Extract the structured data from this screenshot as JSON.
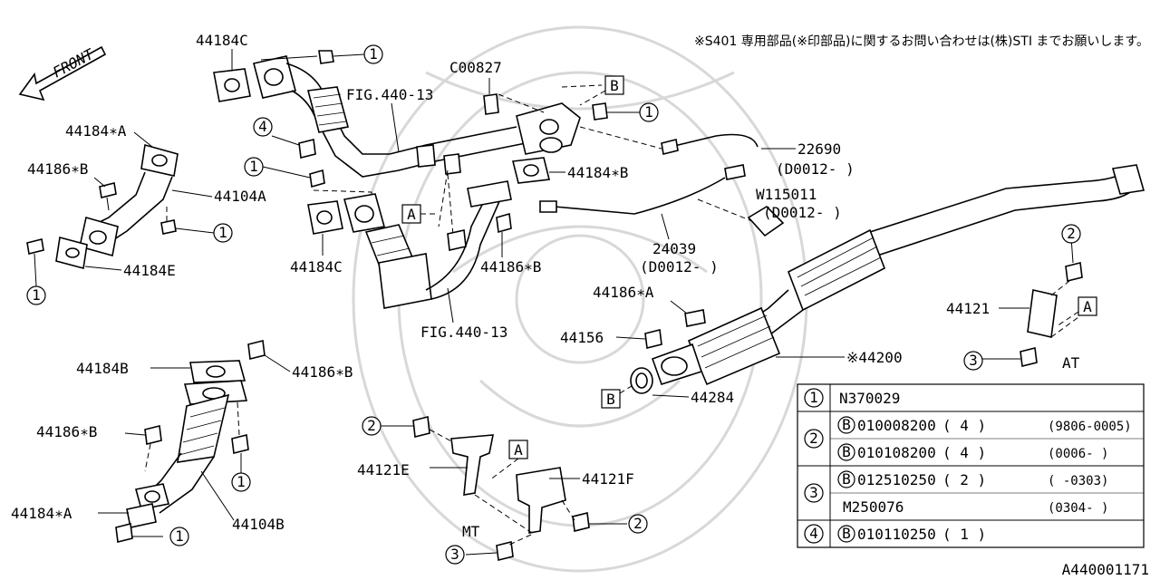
{
  "diagram_id": "A440001171",
  "note": "※S401 専用部品(※印部品)に関するお問い合わせは(株)STI までお願いします。",
  "front_label": "FRONT",
  "labels": {
    "l_44184C_top": "44184C",
    "l_C00827": "C00827",
    "l_FIG_top": "FIG.440-13",
    "l_44184A_left": "44184∗A",
    "l_44186B_left": "44186∗B",
    "l_44104A": "44104A",
    "l_44184E": "44184E",
    "l_22690": "22690",
    "l_22690_d": "(D0012-    )",
    "l_44184B_mid": "44184∗B",
    "l_W115011": "W115011",
    "l_W115011_d": "(D0012-    )",
    "l_44184C_mid": "44184C",
    "l_44186B_mid": "44186∗B",
    "l_24039": "24039",
    "l_24039_d": "(D0012-    )",
    "l_44186A": "44186∗A",
    "l_44156": "44156",
    "l_FIG_bottom": "FIG.440-13",
    "l_44200": "※44200",
    "l_44284": "44284",
    "l_44121": "44121",
    "l_AT": "AT",
    "l_44184B_low": "44184B",
    "l_44186B_low1": "44186∗B",
    "l_44186B_low2": "44186∗B",
    "l_44184A_low": "44184∗A",
    "l_44104B": "44104B",
    "l_44121E": "44121E",
    "l_44121F": "44121F",
    "l_MT": "MT"
  },
  "ref_keys": [
    "1",
    "2",
    "3",
    "4"
  ],
  "ref_letters": [
    "A",
    "B"
  ],
  "legend": {
    "rows": [
      {
        "key": "1",
        "part": "N370029",
        "qty": "",
        "period": ""
      },
      {
        "key": "2",
        "badge": "B",
        "part": "010008200",
        "qty": "( 4 )",
        "period": "(9806-0005)"
      },
      {
        "key": "",
        "badge": "B",
        "part": "010108200",
        "qty": "( 4 )",
        "period": "(0006-     )"
      },
      {
        "key": "3",
        "badge": "B",
        "part": "012510250",
        "qty": "( 2 )",
        "period": "(     -0303)"
      },
      {
        "key": "",
        "part": "M250076",
        "qty": "",
        "period": "(0304-     )"
      },
      {
        "key": "4",
        "badge": "B",
        "part": "010110250",
        "qty": "( 1 )",
        "period": ""
      }
    ]
  }
}
